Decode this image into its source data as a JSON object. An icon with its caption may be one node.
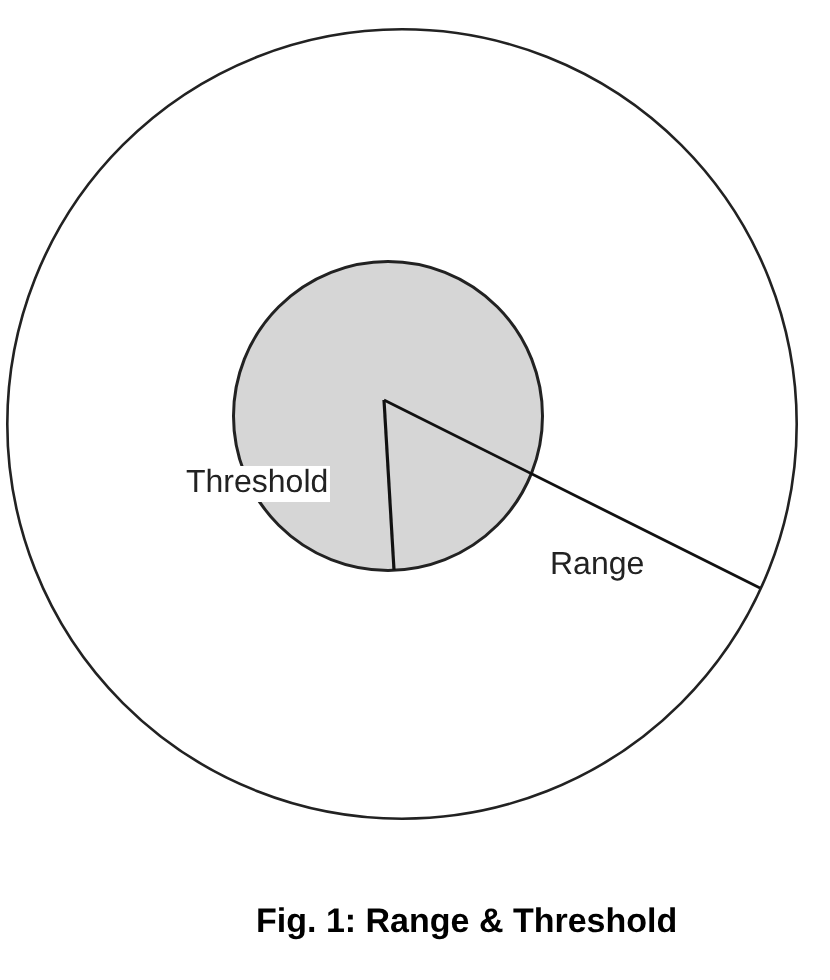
{
  "diagram": {
    "caption": "Fig. 1: Range & Threshold",
    "nodes": [
      {
        "text": [],
        "shape": "circle"
      },
      {
        "text": [],
        "shape": "circle",
        "in": 0
      }
    ],
    "labels": [
      "Threshold",
      "Range"
    ]
  }
}
